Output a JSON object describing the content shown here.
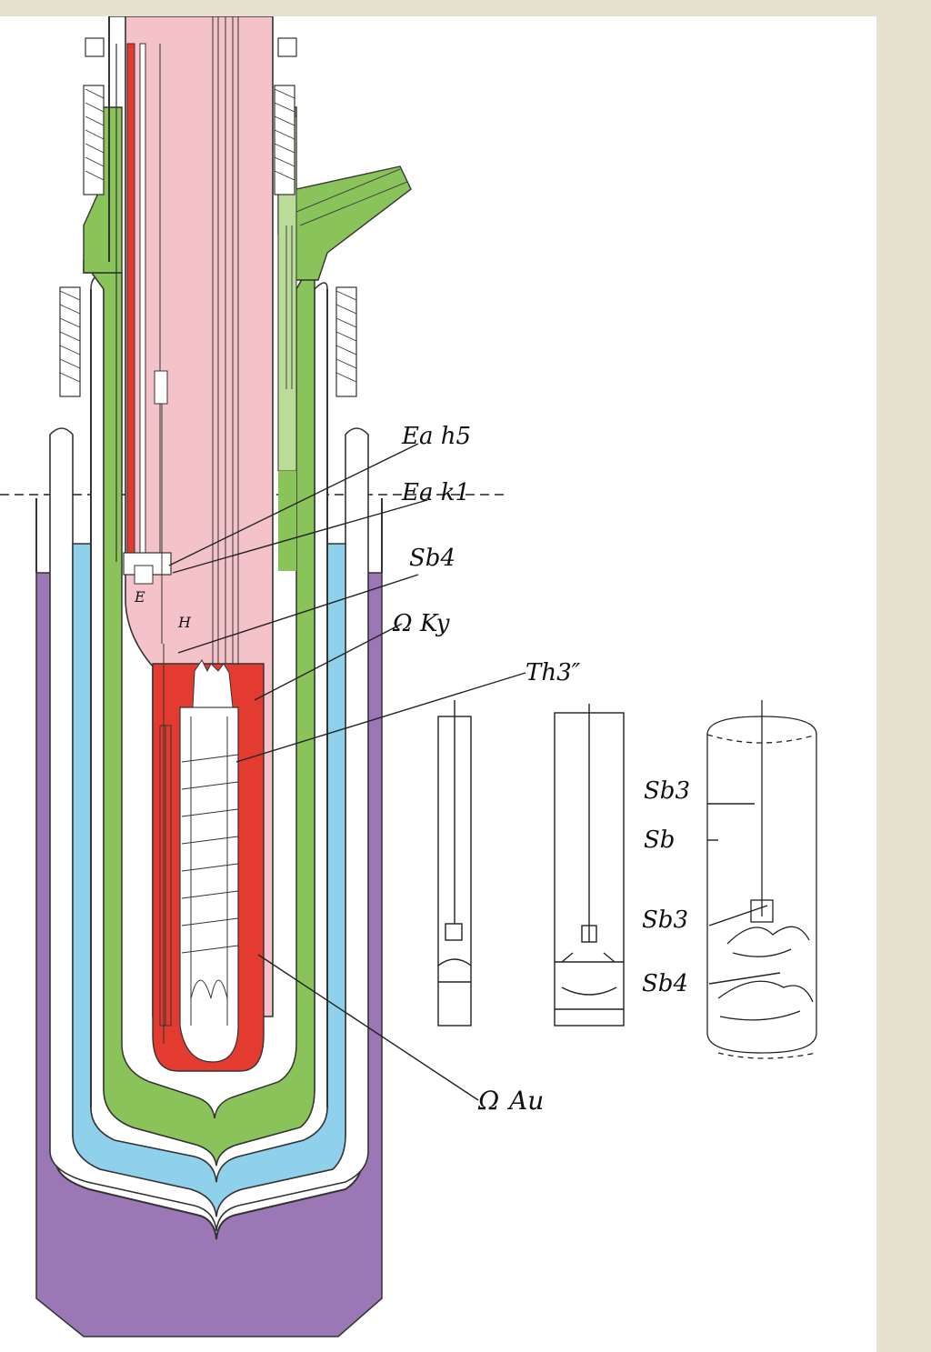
{
  "colors": {
    "page_background": "#e6e1ce",
    "panel": "#ffffff",
    "pink_core": "#f4c3c9",
    "red": "#e43b30",
    "green": "#8ac35a",
    "light_green": "#b9dc98",
    "blue": "#8fd0ea",
    "purple": "#9b78b5",
    "ink": "#111111"
  },
  "labels": {
    "eah5": "Ea h5",
    "eak1": "Ea k1",
    "sb4": "Sb4",
    "ky": "Ky",
    "th3": "Th3″",
    "au": "Au",
    "sb3_top": "Sb3",
    "sb": "Sb",
    "sb3_mid": "Sb3",
    "sb4_bottom": "Sb4",
    "e_small": "E",
    "h_small": "H"
  },
  "prefix_symbol": "Ω"
}
